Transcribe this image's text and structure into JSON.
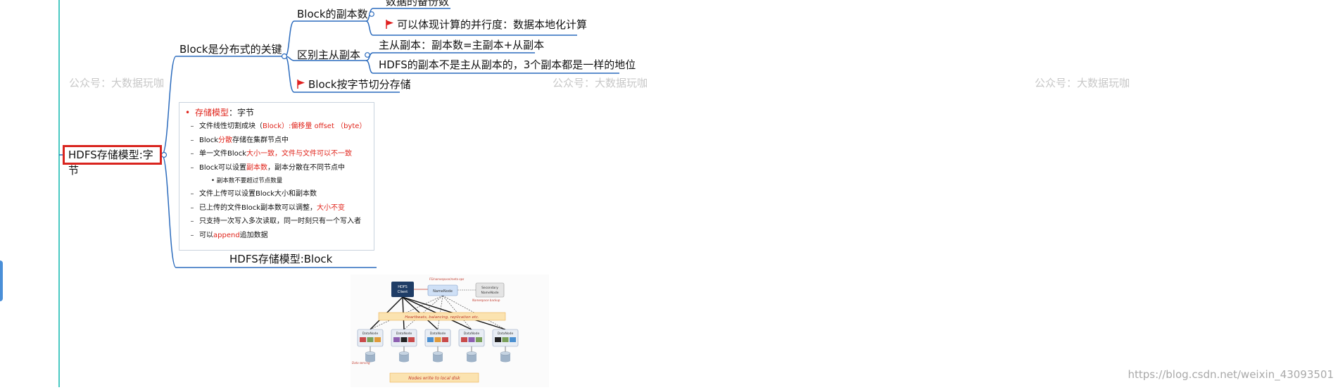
{
  "mindmap": {
    "root": {
      "label": "HDFS存储模型:字节"
    },
    "branch_block_key": {
      "label": "Block是分布式的关键"
    },
    "replica_count": {
      "label": "Block的副本数",
      "children": [
        "数据的备份数",
        "可以体现计算的并行度：数据本地化计算"
      ]
    },
    "primary_replica": {
      "label": "区别主从副本",
      "children": [
        "主从副本：副本数=主副本+从副本",
        "HDFS的副本不是主从副本的，3个副本都是一样的地位"
      ]
    },
    "byte_split": {
      "label": "Block按字节切分存储"
    },
    "block_model": {
      "label": "HDFS存储模型:Block"
    }
  },
  "notes_card": {
    "heading_red": "存储模型",
    "heading_rest": "：字节",
    "line1_a": "文件线性切割成块（",
    "line1_b": "Block",
    "line1_c": "）:偏移量 offset （byte）",
    "line2_a": "Block",
    "line2_b": "分散",
    "line2_c": "存储在集群节点中",
    "line3_a": "单一文件Block",
    "line3_b": "大小一致，文件与文件可以不一致",
    "line4_a": "Block可以设置",
    "line4_b": "副本数",
    "line4_c": "，副本分散在不同节点中",
    "line4_sub": "副本数不要超过节点数量",
    "line5": "文件上传可以设置Block大小和副本数",
    "line6_a": "已上传的文件Block副本数可以调整，",
    "line6_b": "大小不变",
    "line7": "只支持一次写入多次读取，同一时刻只有一个写入者",
    "line8_a": "可以",
    "line8_b": "append",
    "line8_c": "追加数据"
  },
  "architecture": {
    "client": [
      "HDFS",
      "Client"
    ],
    "namenode": "NameNode",
    "secondary": [
      "Secondary",
      "NameNode"
    ],
    "datanode": "DataNode",
    "annot_fs": "FS/namespace/meta ops",
    "annot_backup": "Namespace backup",
    "annot_heartbeat": "Heartbeats, balancing, replication etc.",
    "annot_datanode": "Data serving",
    "annot_disk": "Nodes write to local disk",
    "block_colors": [
      [
        "#c94a4a",
        "#7aa05a",
        "#e09a3a"
      ],
      [
        "#8d5fb0",
        "#222222",
        "#c94a4a"
      ],
      [
        "#4a8fd0",
        "#e09a3a",
        "#c94a4a"
      ],
      [
        "#c94a4a",
        "#8d5fb0",
        "#7aa05a"
      ],
      [
        "#222222",
        "#7aa05a",
        "#4a8fd0"
      ]
    ]
  },
  "watermarks": [
    "公众号：大数据玩咖",
    "公众号：大数据玩咖",
    "公众号：大数据玩咖"
  ],
  "credit": "https://blog.csdn.net/weixin_43093501",
  "colors": {
    "branch_line": "#2b6bbd",
    "trunk_line": "#49c9c2",
    "accent_red": "#d9241e",
    "flag_red": "#e02020"
  }
}
